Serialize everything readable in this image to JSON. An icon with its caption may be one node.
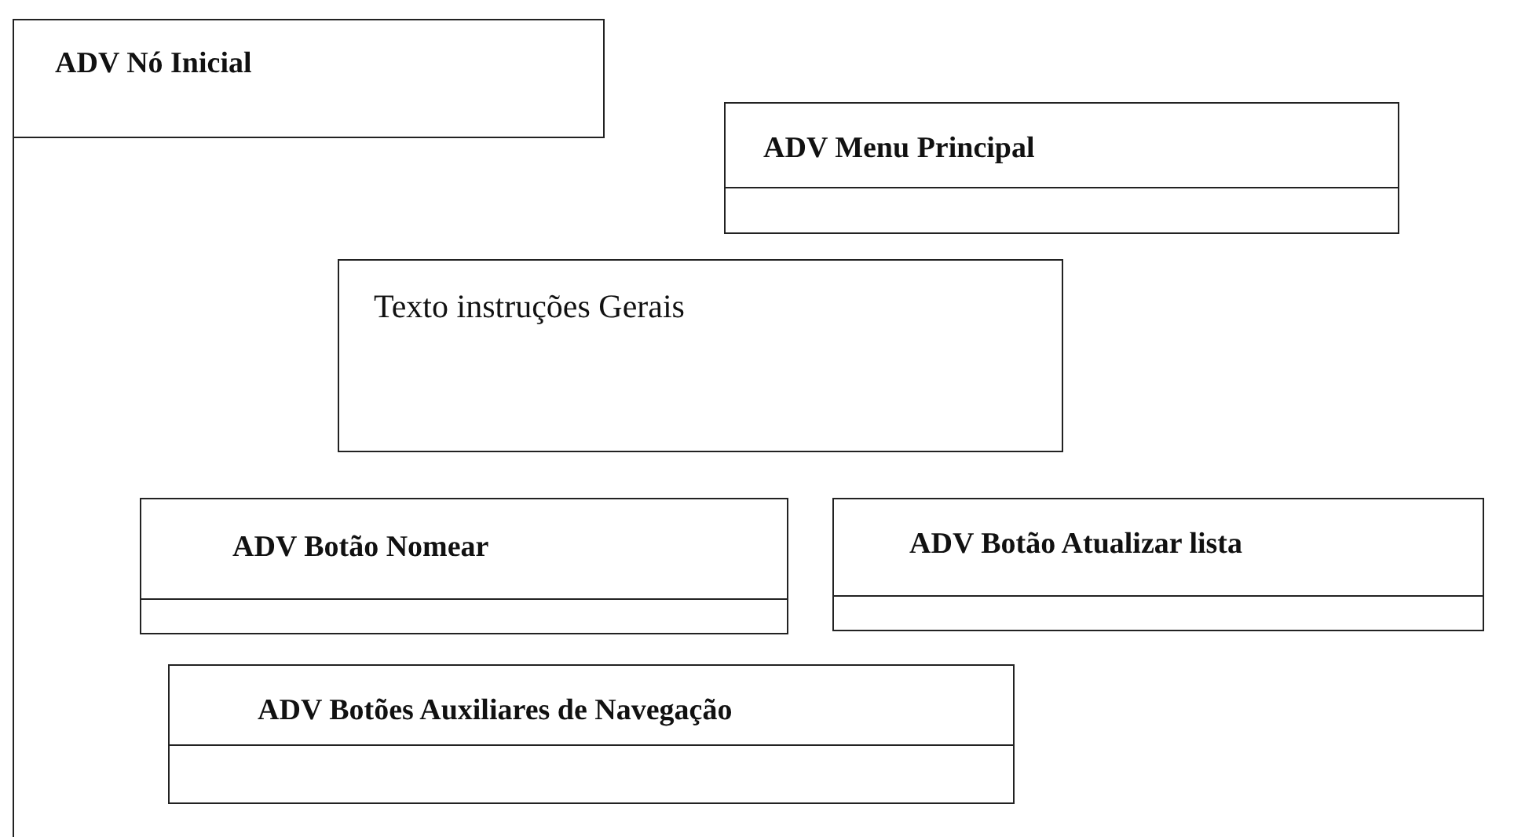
{
  "diagram": {
    "nodes": [
      {
        "text": [
          "ADV Nó Inicial"
        ]
      },
      {
        "text": [
          "ADV Menu Principal"
        ],
        "in": 0
      },
      {
        "text": [
          "Texto instruções Gerais"
        ],
        "in": 0
      },
      {
        "text": [
          "ADV Botão Nomear"
        ],
        "in": 0
      },
      {
        "text": [
          "ADV Botão Atualizar lista"
        ],
        "in": 0
      },
      {
        "text": [
          "ADV Botões Auxiliares de Navegação"
        ],
        "in": 0
      }
    ]
  }
}
